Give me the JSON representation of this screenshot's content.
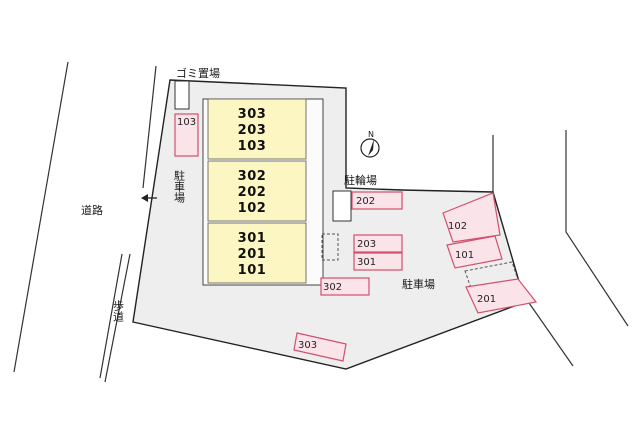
{
  "labels": {
    "garbage": "ゴミ置場",
    "parking_left": "駐車場",
    "bicycle": "駐輪場",
    "parking_main": "駐車場",
    "road": "道路",
    "sidewalk": "歩道"
  },
  "buildings": [
    {
      "rows": [
        "303",
        "203",
        "103"
      ]
    },
    {
      "rows": [
        "302",
        "202",
        "102"
      ]
    },
    {
      "rows": [
        "301",
        "201",
        "101"
      ]
    }
  ],
  "slots": {
    "s103": "103",
    "s202": "202",
    "s203": "203",
    "s301": "301",
    "s302": "302",
    "s303": "303",
    "s102": "102",
    "s101": "101",
    "s201": "201"
  },
  "colors": {
    "lot": "#eeeeee",
    "building": "#fbf6c2",
    "slot_fill": "#fbe3ea",
    "slot_stroke": "#d2506c"
  },
  "icons": [
    "north-arrow-icon",
    "entrance-arrow-icon"
  ]
}
